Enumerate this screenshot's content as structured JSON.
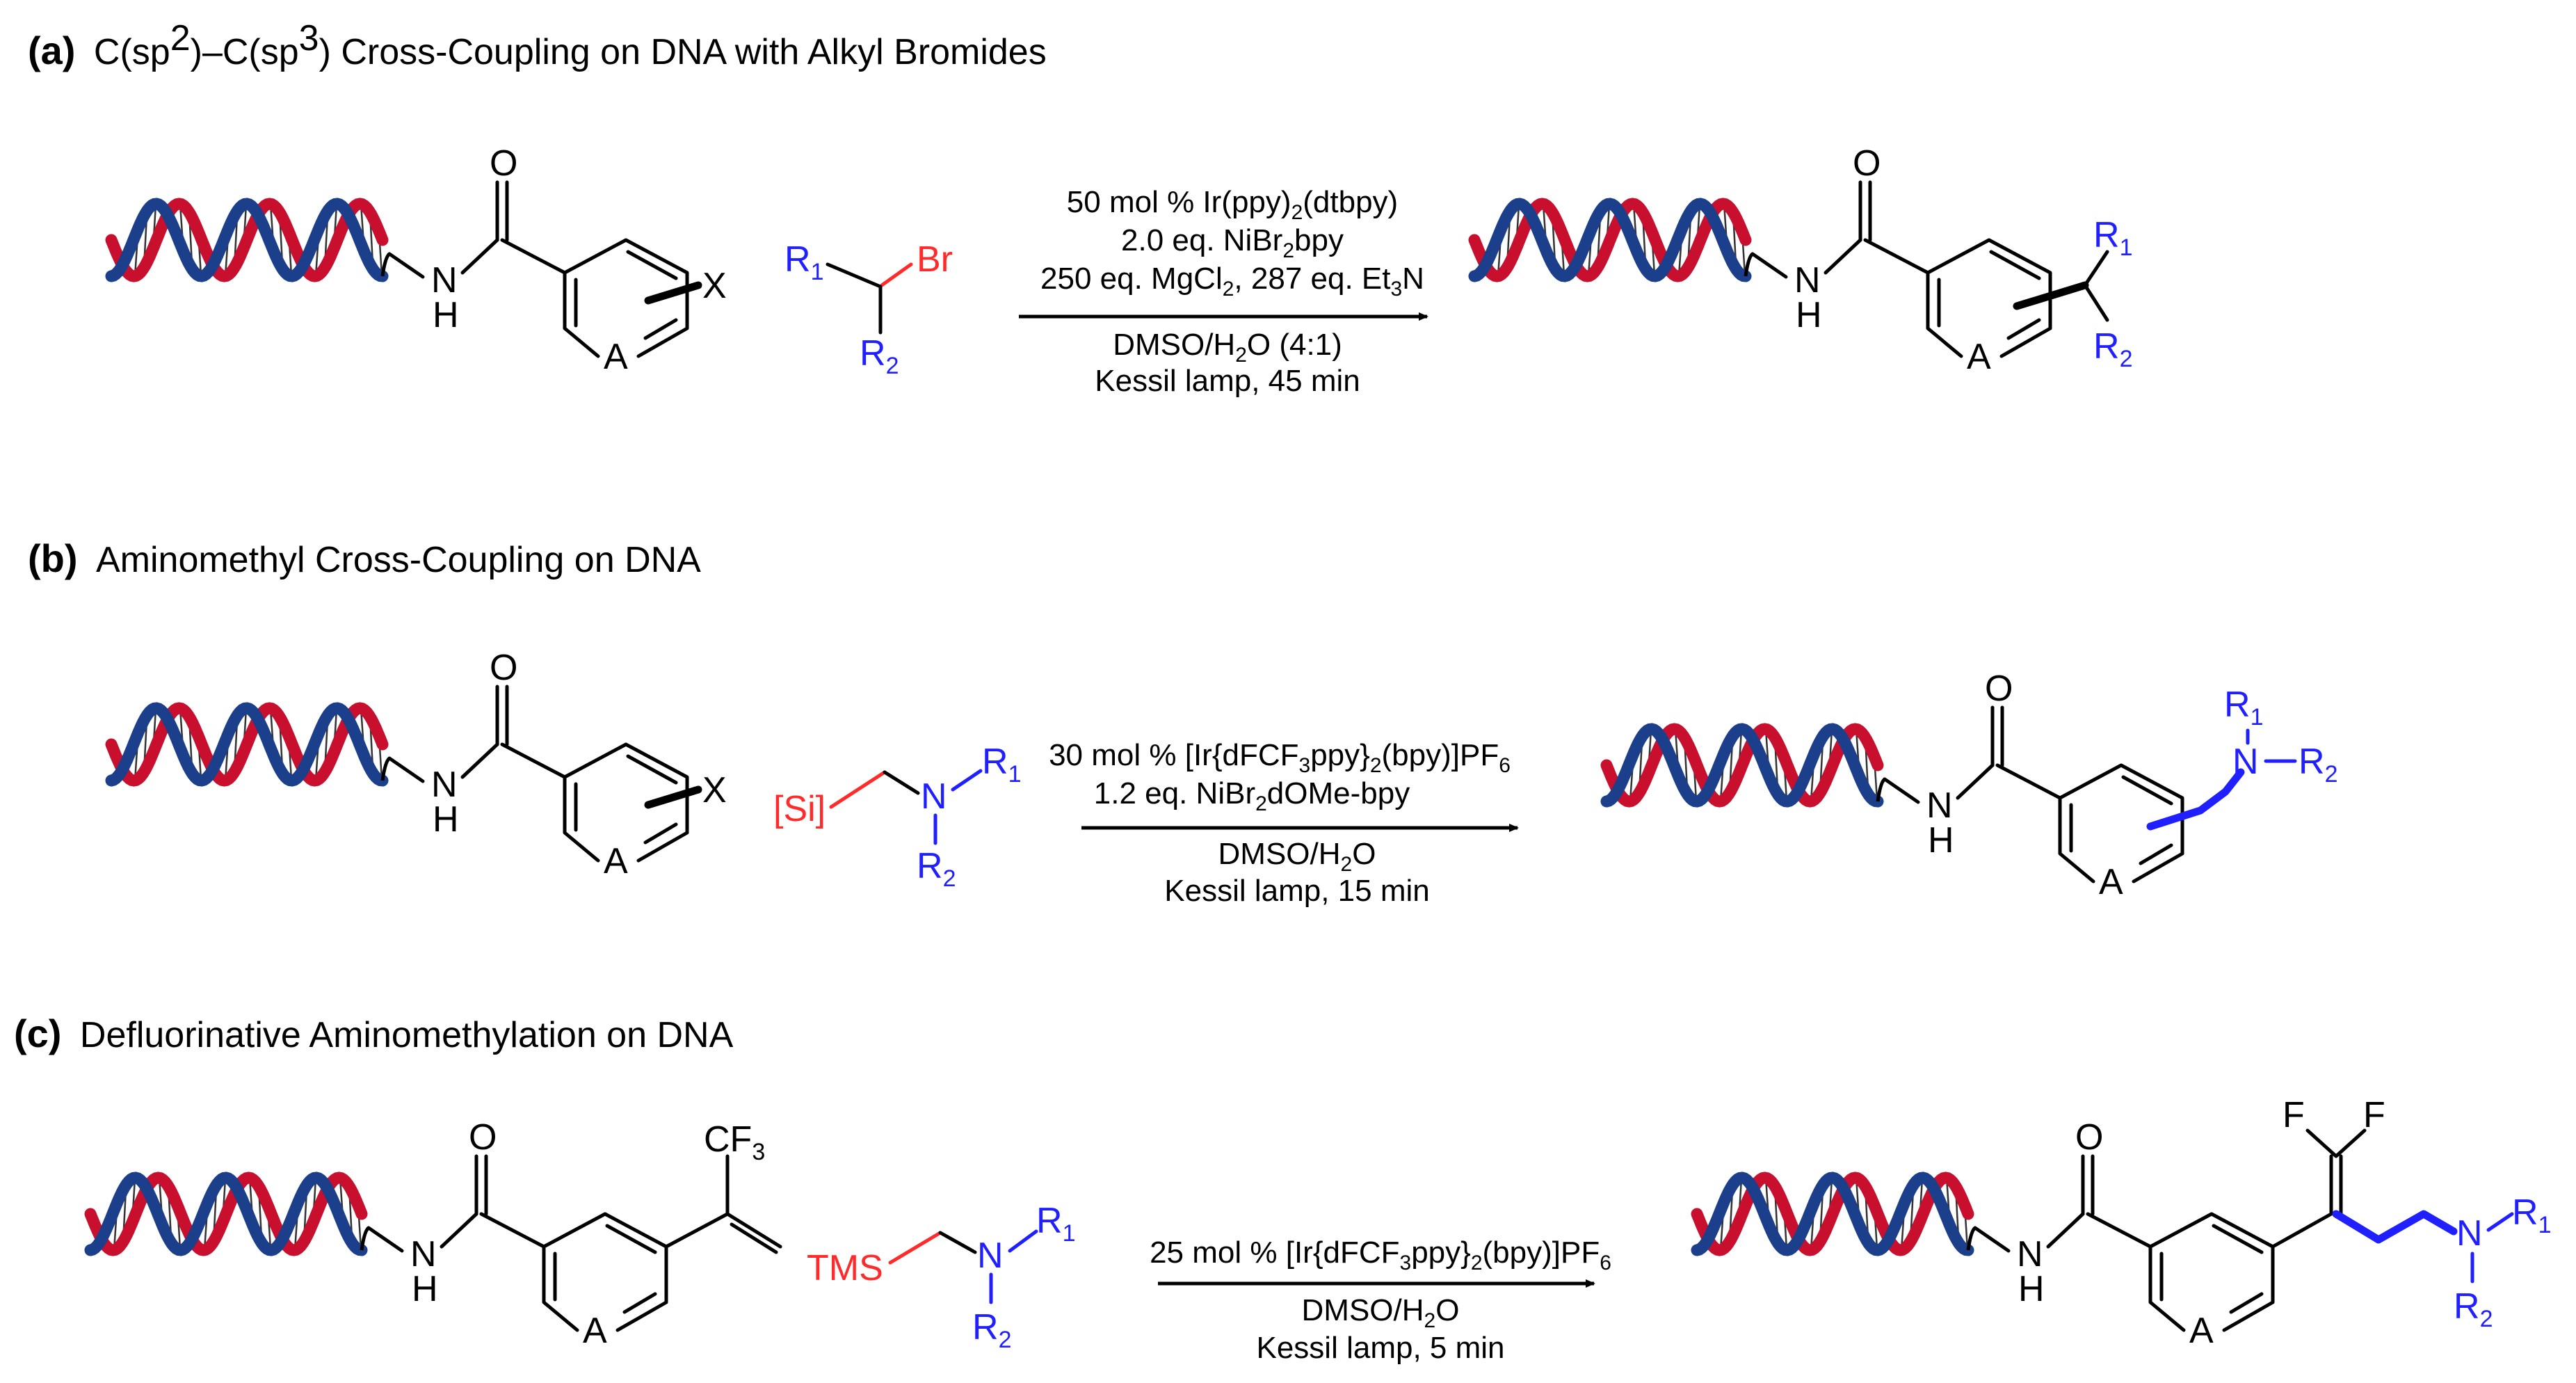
{
  "panels": [
    {
      "key": "(a)",
      "title_parts": [
        "C(sp",
        "2",
        ")–C(sp",
        "3",
        ") Cross-Coupling on DNA with Alkyl Bromides"
      ],
      "reagent": {
        "r1": "R",
        "r1_sub": "1",
        "r2": "R",
        "r2_sub": "2",
        "leaving": "Br"
      },
      "cond_above": [
        [
          "50 mol % Ir(ppy)",
          "2",
          "(dtbpy)"
        ],
        [
          "2.0 eq. NiBr",
          "2",
          "bpy"
        ],
        [
          "250 eq. MgCl",
          "2",
          ", 287 eq. Et",
          "3",
          "N"
        ]
      ],
      "cond_below": [
        [
          "DMSO/H",
          "2",
          "O (4:1)"
        ],
        [
          "Kessil lamp, 45 min"
        ]
      ]
    },
    {
      "key": "(b)",
      "title_parts": [
        "Aminomethyl Cross-Coupling on DNA"
      ],
      "reagent": {
        "silyl": "[Si]",
        "n": "N"
      },
      "cond_above": [
        [
          "30 mol % [Ir{dFCF",
          "3",
          "ppy}",
          "2",
          "(bpy)]PF",
          "6"
        ],
        [
          "1.2 eq. NiBr",
          "2",
          "dOMe-bpy"
        ]
      ],
      "cond_below": [
        [
          "DMSO/H",
          "2",
          "O"
        ],
        [
          "Kessil lamp, 15 min"
        ]
      ]
    },
    {
      "key": "(c)",
      "title_parts": [
        "Defluorinative Aminomethylation on DNA"
      ],
      "reagent": {
        "silyl": "TMS",
        "n": "N"
      },
      "cond_above": [
        [
          "25 mol % [Ir{dFCF",
          "3",
          "ppy}",
          "2",
          "(bpy)]PF",
          "6"
        ]
      ],
      "cond_below": [
        [
          "DMSO/H",
          "2",
          "O"
        ],
        [
          "Kessil lamp, 5 min"
        ]
      ]
    }
  ],
  "atoms": {
    "oxygen": "O",
    "nitrogen": "N",
    "hydrogen": "H",
    "ring_atom": "A",
    "halide": "X",
    "fluorine": "F",
    "cf3": "CF",
    "cf3_sub": "3"
  },
  "colors": {
    "dna_red": "#c8102e",
    "dna_blue": "#1b3f8b",
    "reagent_blue": "#1f1fff",
    "silyl_red": "#ff2a2a"
  }
}
